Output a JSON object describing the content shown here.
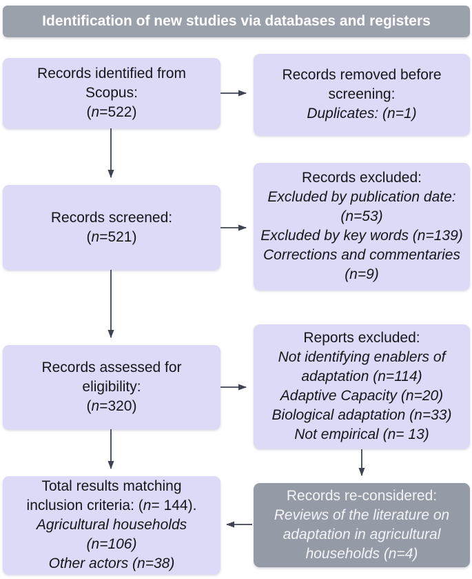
{
  "header": {
    "title": "Identification of new studies via databases and registers"
  },
  "colors": {
    "header_bg": "#9aa1ab",
    "box_bg": "#dcdaf6",
    "gray_box_bg": "#949ba6",
    "arrow": "#3d4350",
    "text": "#16161a",
    "light_text": "#f3f3f6"
  },
  "boxes": {
    "identified": {
      "lines": [
        {
          "text": "Records identified from"
        },
        {
          "text": "Scopus:"
        },
        {
          "text": "(n=522)",
          "n": true
        }
      ]
    },
    "removed_before_screening": {
      "lines": [
        {
          "text": "Records removed before"
        },
        {
          "text": "screening:"
        },
        {
          "text": "Duplicates: (n=1)",
          "italic": true
        }
      ]
    },
    "screened": {
      "lines": [
        {
          "text": "Records screened:"
        },
        {
          "text": "(n=521)",
          "n": true
        }
      ]
    },
    "records_excluded": {
      "lines": [
        {
          "text": "Records excluded:"
        },
        {
          "text": "Excluded by publication date:",
          "italic": true
        },
        {
          "text": "(n=53)",
          "italic": true
        },
        {
          "text": "Excluded by key words (n=139)",
          "italic": true
        },
        {
          "text": "Corrections and commentaries",
          "italic": true
        },
        {
          "text": "(n=9)",
          "italic": true
        }
      ]
    },
    "assessed": {
      "lines": [
        {
          "text": "Records assessed for"
        },
        {
          "text": "eligibility:"
        },
        {
          "text": "(n=320)",
          "n": true
        }
      ]
    },
    "reports_excluded": {
      "lines": [
        {
          "text": "Reports excluded:"
        },
        {
          "text": "Not identifying enablers of",
          "italic": true
        },
        {
          "text": "adaptation (n=114)",
          "italic": true
        },
        {
          "text": "Adaptive Capacity (n=20)",
          "italic": true
        },
        {
          "text": "Biological adaptation (n=33)",
          "italic": true
        },
        {
          "text": "Not empirical (n= 13)",
          "italic": true
        }
      ]
    },
    "total_included": {
      "lines": [
        {
          "text": "Total results matching"
        },
        {
          "text": "inclusion criteria: (n= 144).",
          "n": true
        },
        {
          "text": "Agricultural households",
          "italic": true
        },
        {
          "text": "(n=106)",
          "italic": true
        },
        {
          "text": "Other actors (n=38)",
          "italic": true
        }
      ]
    },
    "reconsidered": {
      "lines": [
        {
          "text": "Records re-considered:"
        },
        {
          "text": "Reviews of the literature on",
          "italic": true
        },
        {
          "text": "adaptation in agricultural",
          "italic": true
        },
        {
          "text": "households (n=4)",
          "italic": true
        }
      ]
    }
  }
}
